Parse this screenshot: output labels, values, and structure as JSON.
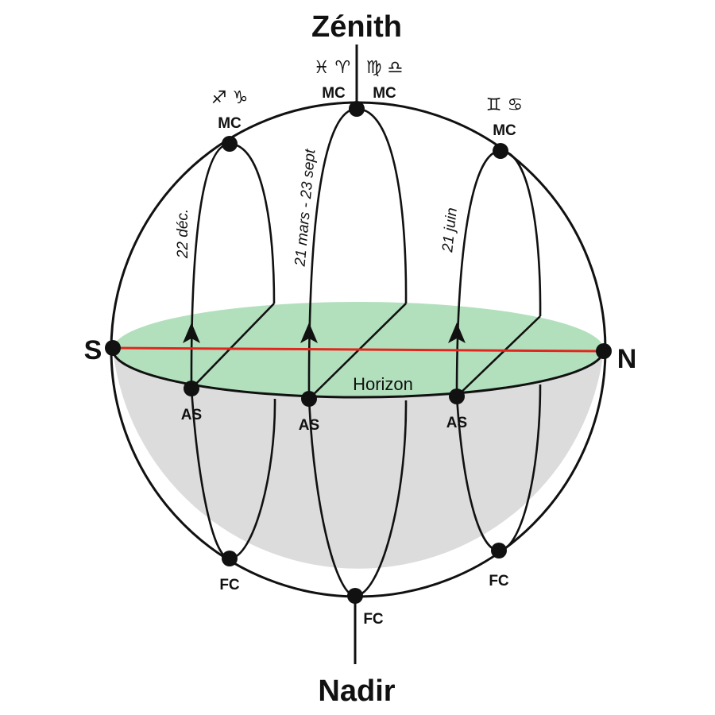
{
  "zenith_label": "Zénith",
  "nadir_label": "Nadir",
  "south_label": "S",
  "north_label": "N",
  "horizon_label": "Horizon",
  "arcs": [
    {
      "date": "22 déc.",
      "mc_label": "MC",
      "as_label": "AS",
      "fc_label": "FC",
      "signs": "♐ ♑"
    },
    {
      "date": "21 mars - 23 sept",
      "mc_label": "MC",
      "as_label": "AS",
      "fc_label": "FC",
      "signs": "♓ ♈"
    },
    {
      "date": "21 juin",
      "mc_label": "MC",
      "as_label": "AS",
      "fc_label": "FC",
      "signs": "♊ ♋"
    }
  ],
  "extra_mc": {
    "mc_label": "MC",
    "signs": "♍ ♎"
  },
  "colors": {
    "horizon_plane": "#b2e0bd",
    "lower_hemisphere": "#dcdcdc",
    "meridian_line": "#e3261d",
    "stroke": "#111111"
  }
}
